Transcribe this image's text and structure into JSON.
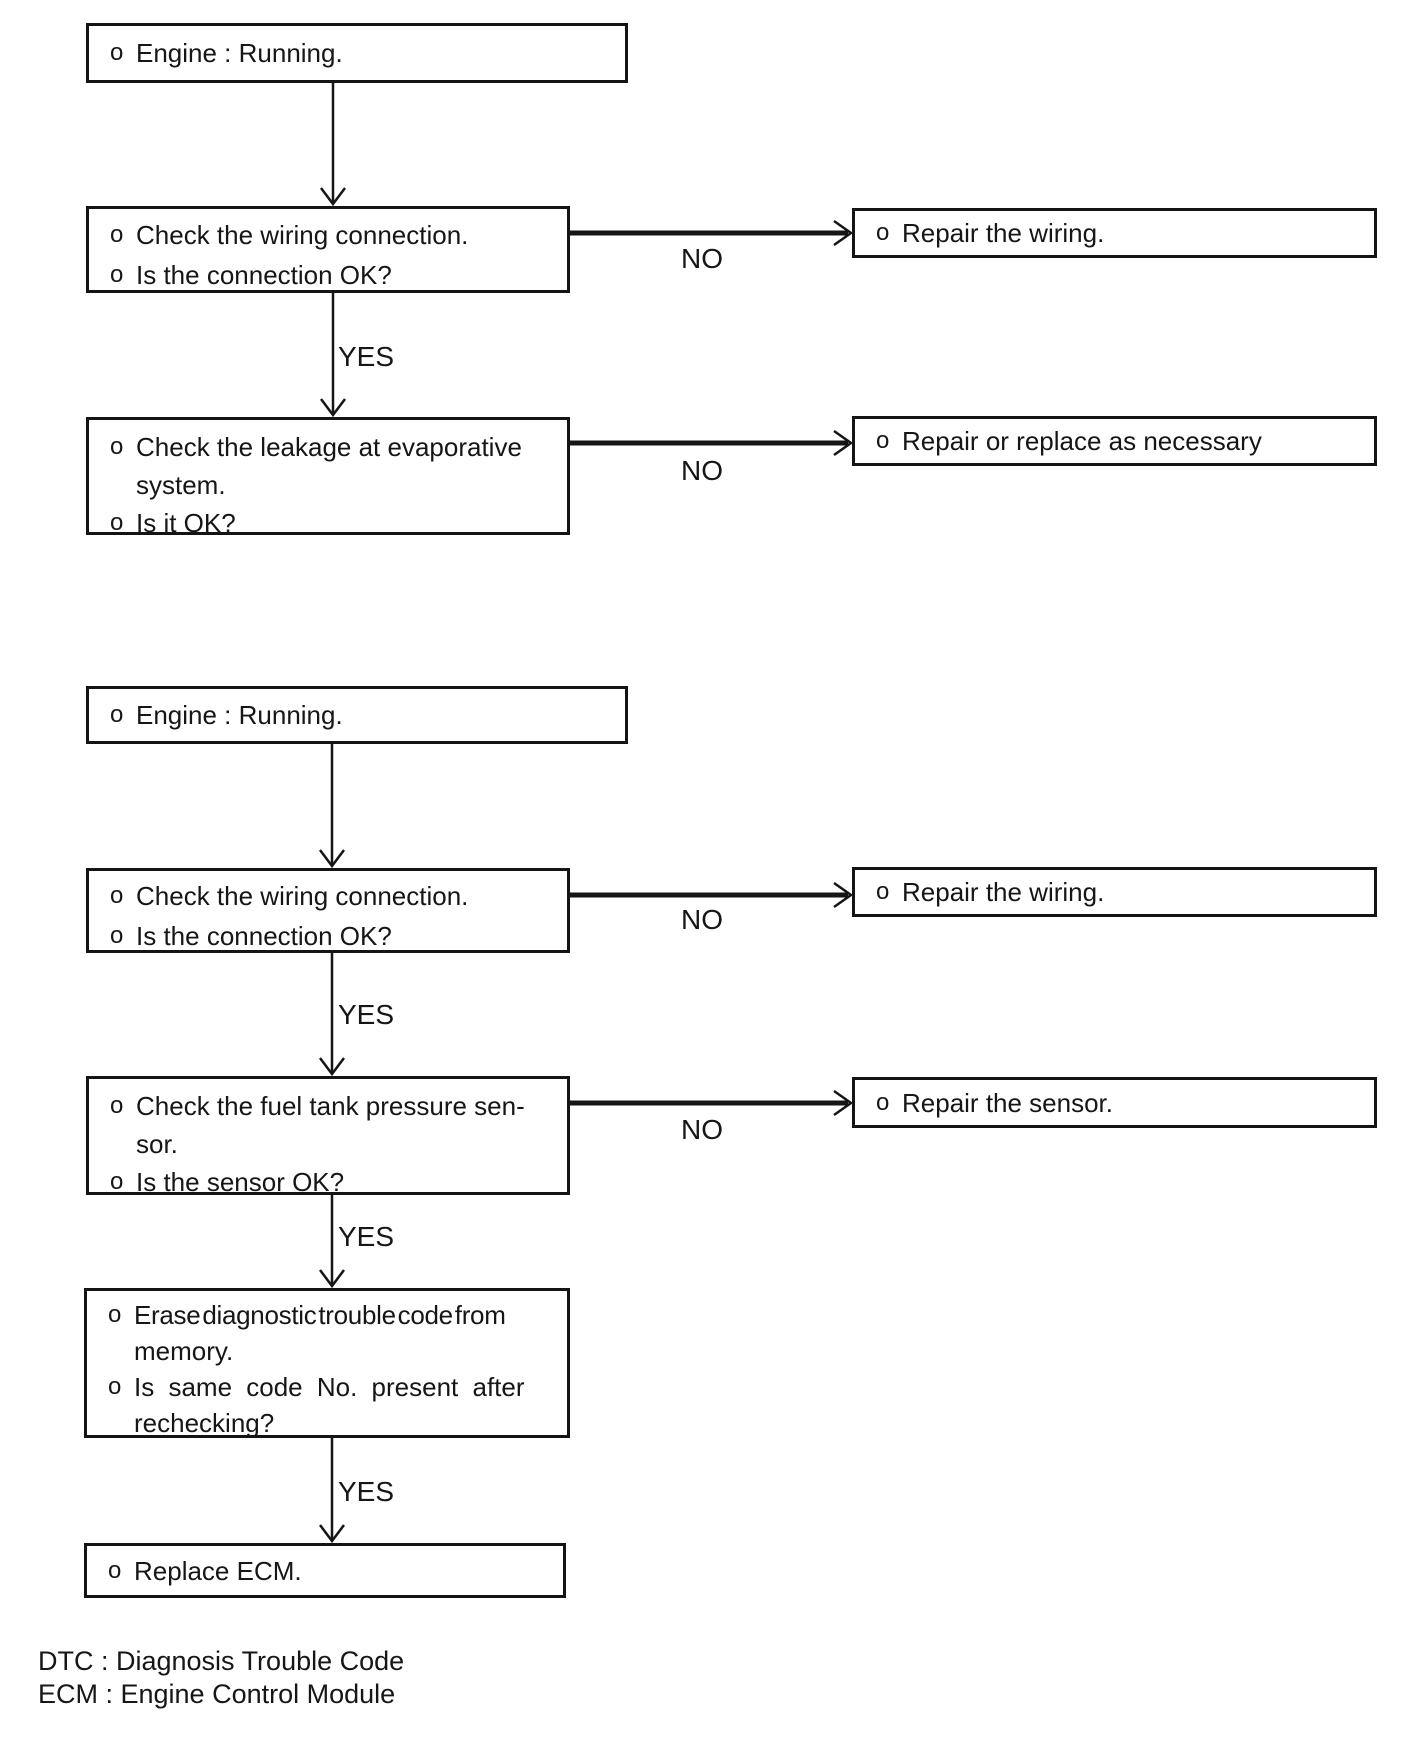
{
  "glyphs": {
    "bullet": "o"
  },
  "colors": {
    "ink": "#161616",
    "paper": "#ffffff"
  },
  "flow1": {
    "start": {
      "bullets": [
        [
          "Engine : Running."
        ]
      ]
    },
    "check_wiring": {
      "bullets": [
        [
          "Check the wiring connection."
        ],
        [
          "Is the connection OK?"
        ]
      ]
    },
    "repair_wiring": {
      "bullets": [
        [
          "Repair the wiring."
        ]
      ]
    },
    "no_label_1": "NO",
    "yes_label_1": "YES",
    "check_leakage": {
      "bullets": [
        [
          "Check the leakage at evaporative",
          "system."
        ],
        [
          "Is it OK?"
        ]
      ]
    },
    "no_label_2": "NO",
    "repair_or_replace": {
      "bullets": [
        [
          "Repair or replace as necessary"
        ]
      ]
    }
  },
  "flow2": {
    "start": {
      "bullets": [
        [
          "Engine : Running."
        ]
      ]
    },
    "check_wiring": {
      "bullets": [
        [
          "Check the wiring connection."
        ],
        [
          "Is the connection OK?"
        ]
      ]
    },
    "repair_wiring": {
      "bullets": [
        [
          "Repair the wiring."
        ]
      ]
    },
    "no_label_1": "NO",
    "yes_label_1": "YES",
    "check_sensor": {
      "bullets": [
        [
          "Check the fuel tank pressure sen-",
          "sor."
        ],
        [
          "Is the sensor OK?"
        ]
      ]
    },
    "no_label_2": "NO",
    "repair_sensor": {
      "bullets": [
        [
          "Repair the sensor."
        ]
      ]
    },
    "yes_label_2": "YES",
    "erase_dtc": {
      "bullets": [
        [
          "Erase diagnostic trouble code from",
          "memory."
        ],
        [
          "Is same code No. present after",
          "rechecking?"
        ]
      ]
    },
    "yes_label_3": "YES",
    "replace_ecm": {
      "bullets": [
        [
          "Replace ECM."
        ]
      ]
    }
  },
  "footnotes": [
    "DTC : Diagnosis Trouble Code",
    "ECM : Engine Control Module"
  ]
}
